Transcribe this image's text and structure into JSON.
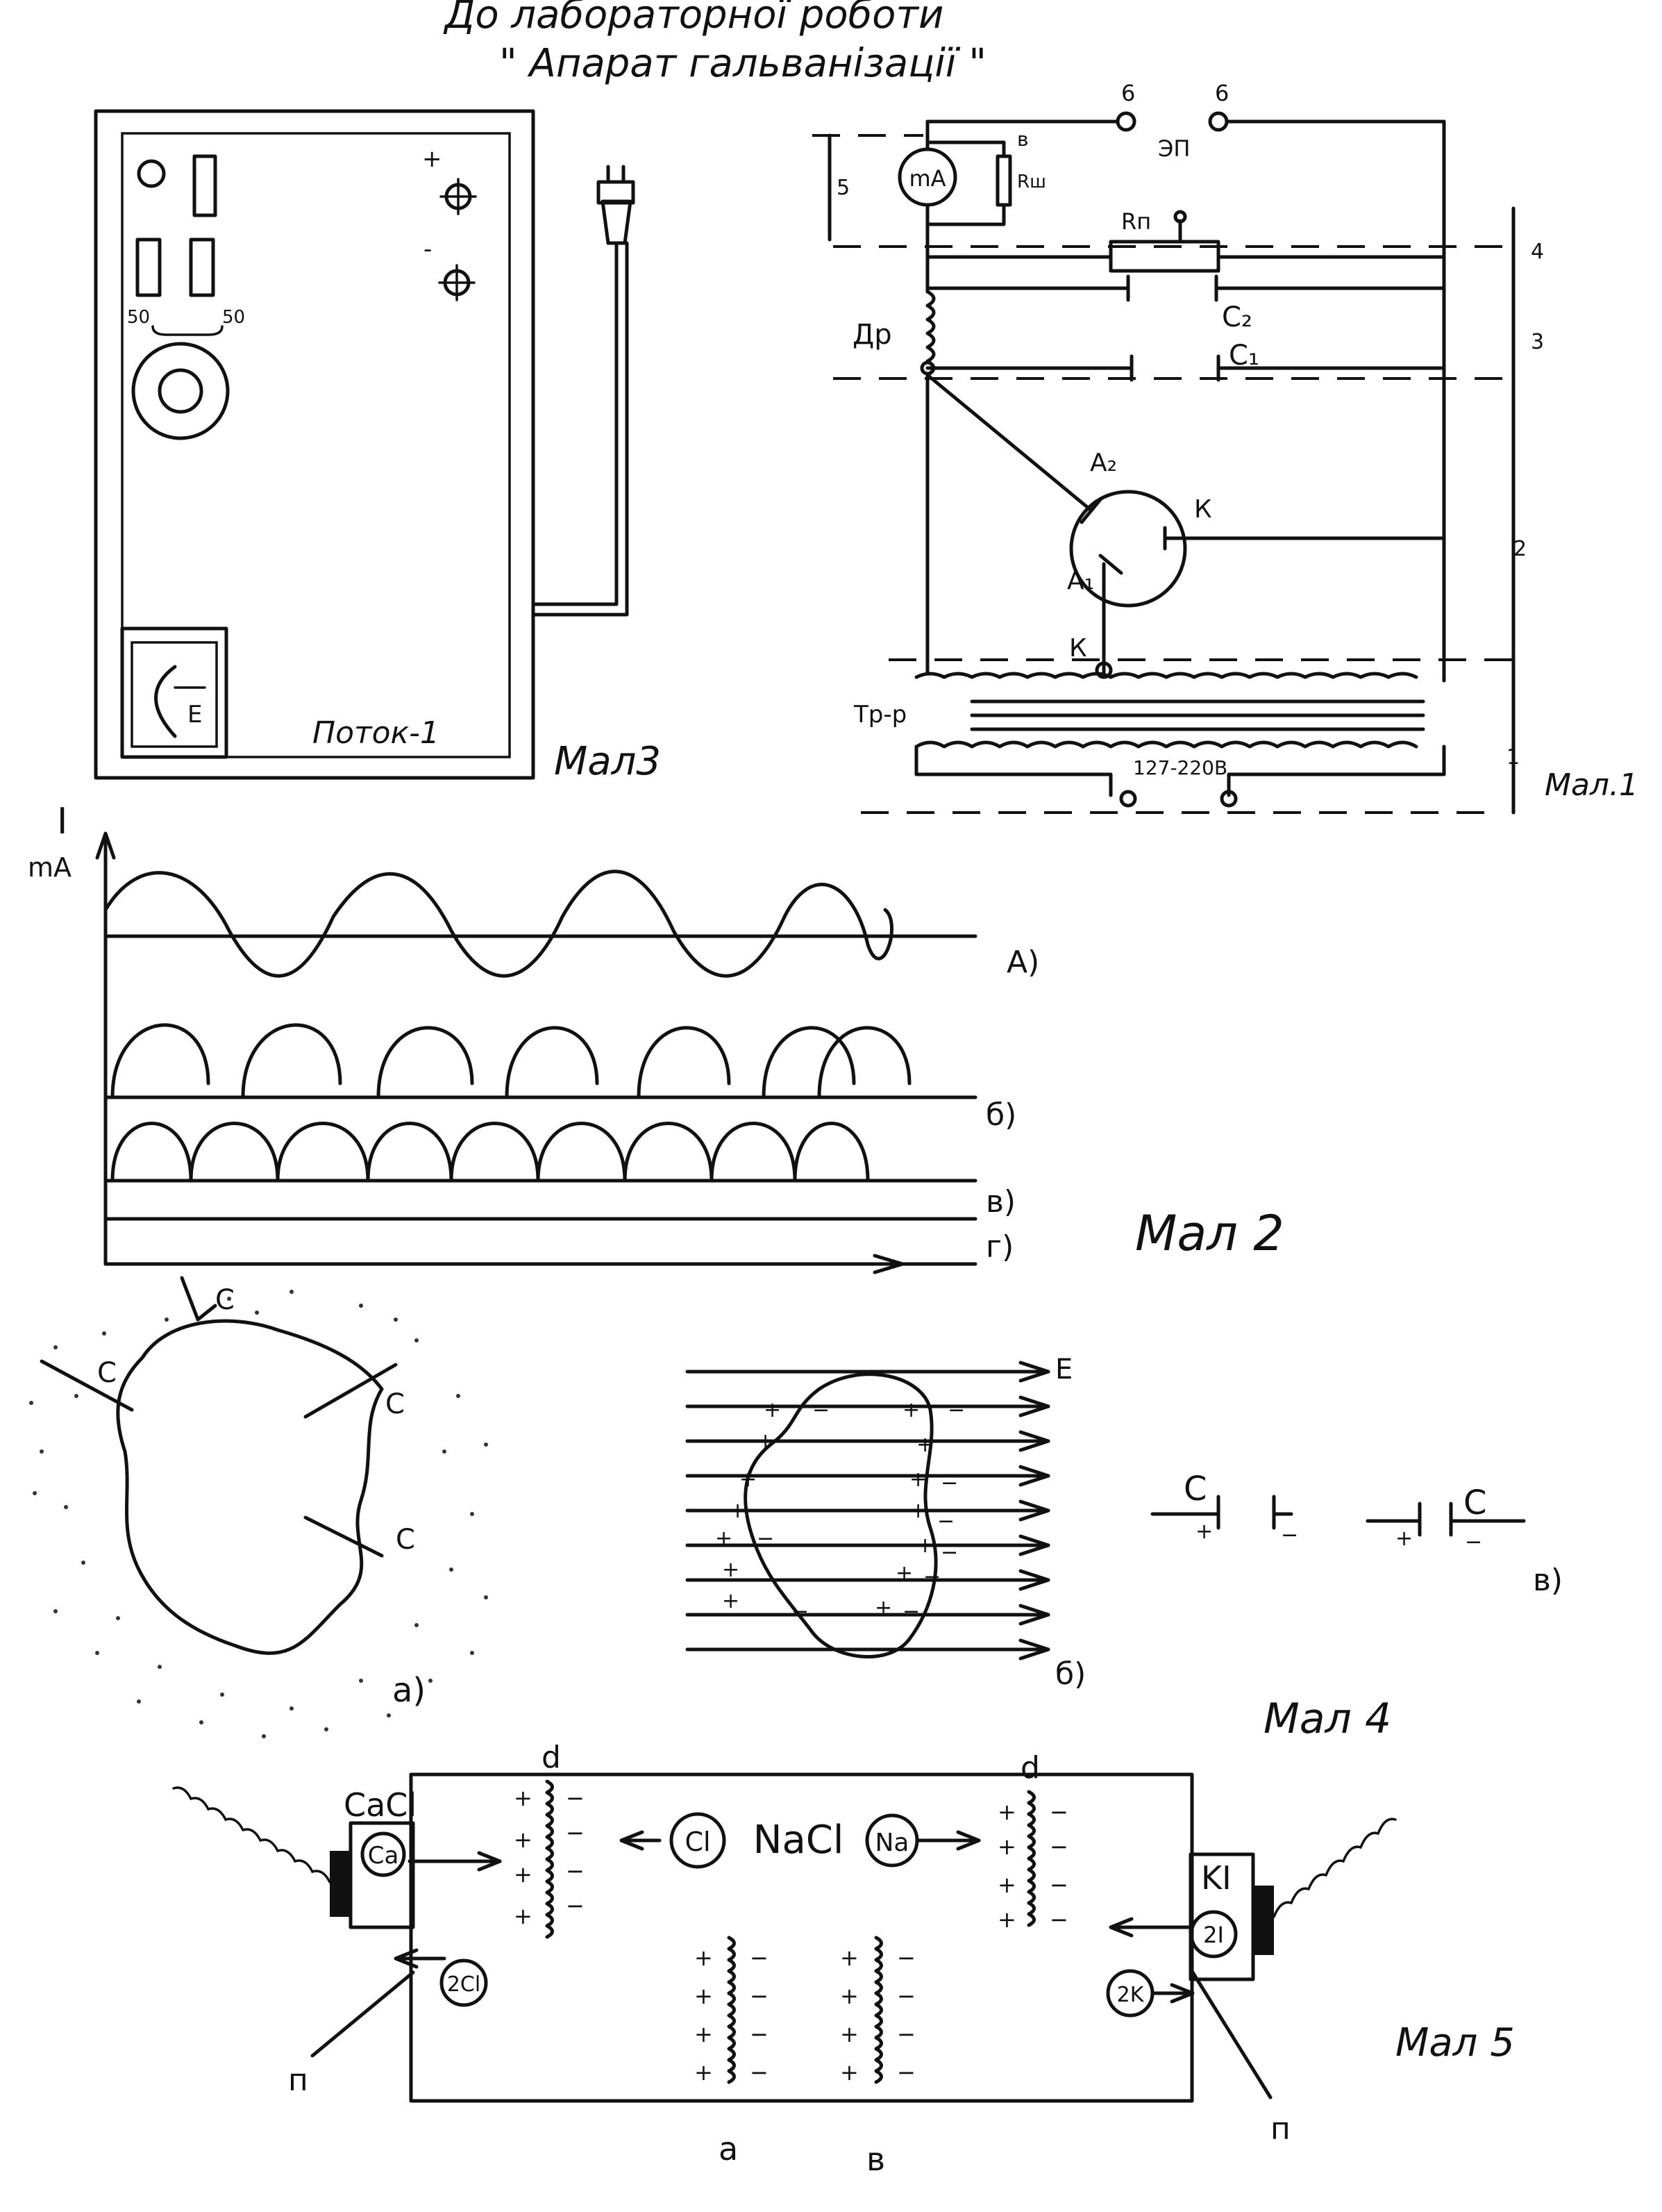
{
  "header": {
    "line1": "До лабораторної роботи",
    "line2": "\" Апарат гальванізації \""
  },
  "fig3": {
    "caption": "Мал3",
    "device_name": "Поток-1",
    "scale_left": "50",
    "scale_right": "50",
    "plus_sign": "+",
    "minus_sign": "-",
    "meter_letter": "Е"
  },
  "fig1": {
    "caption": "Мал.1",
    "terminal_left": "6",
    "terminal_right": "6",
    "output_label": "ЭП",
    "ma_label": "mA",
    "shunt_label": "Rш",
    "node_b": "в",
    "pot_label": "Rп",
    "c2_label": "C₂",
    "c1_label": "C₁",
    "choke_label": "Др",
    "anode2_label": "А₂",
    "anode1_label": "А₁",
    "cathode_label": "К",
    "node_k": "К",
    "transformer_label": "Тр-р",
    "mains_label": "127-220В",
    "sections": [
      "5",
      "4",
      "3",
      "2",
      "1"
    ]
  },
  "fig2": {
    "caption": "Мал 2",
    "y_label_1": "I",
    "y_label_2": "mA",
    "curves": [
      {
        "label": "А)",
        "type": "sine"
      },
      {
        "label": "б)",
        "type": "half-wave rectified"
      },
      {
        "label": "в)",
        "type": "full-wave rectified"
      },
      {
        "label": "г)",
        "type": "constant"
      }
    ]
  },
  "fig4": {
    "caption": "Мал 4",
    "a_label": "a)",
    "b_label": "б)",
    "v_label": "в)",
    "cell_labels": [
      "C",
      "C",
      "C",
      "C"
    ],
    "field_label": "E",
    "cap_labels": [
      "C",
      "C"
    ]
  },
  "fig5": {
    "caption": "Мал 5",
    "center_salt": "NaCl",
    "left_salt": "CaCl",
    "right_salt": "KI",
    "ion_cl": "Cl",
    "ion_na": "Na",
    "ion_ca": "Ca",
    "ion_2cl": "2Cl",
    "ion_2i": "2I",
    "ion_2k": "2K",
    "label_d_left": "d",
    "label_d_right": "d",
    "label_a": "a",
    "label_b": "в",
    "label_p_left": "п",
    "label_p_right": "п"
  }
}
